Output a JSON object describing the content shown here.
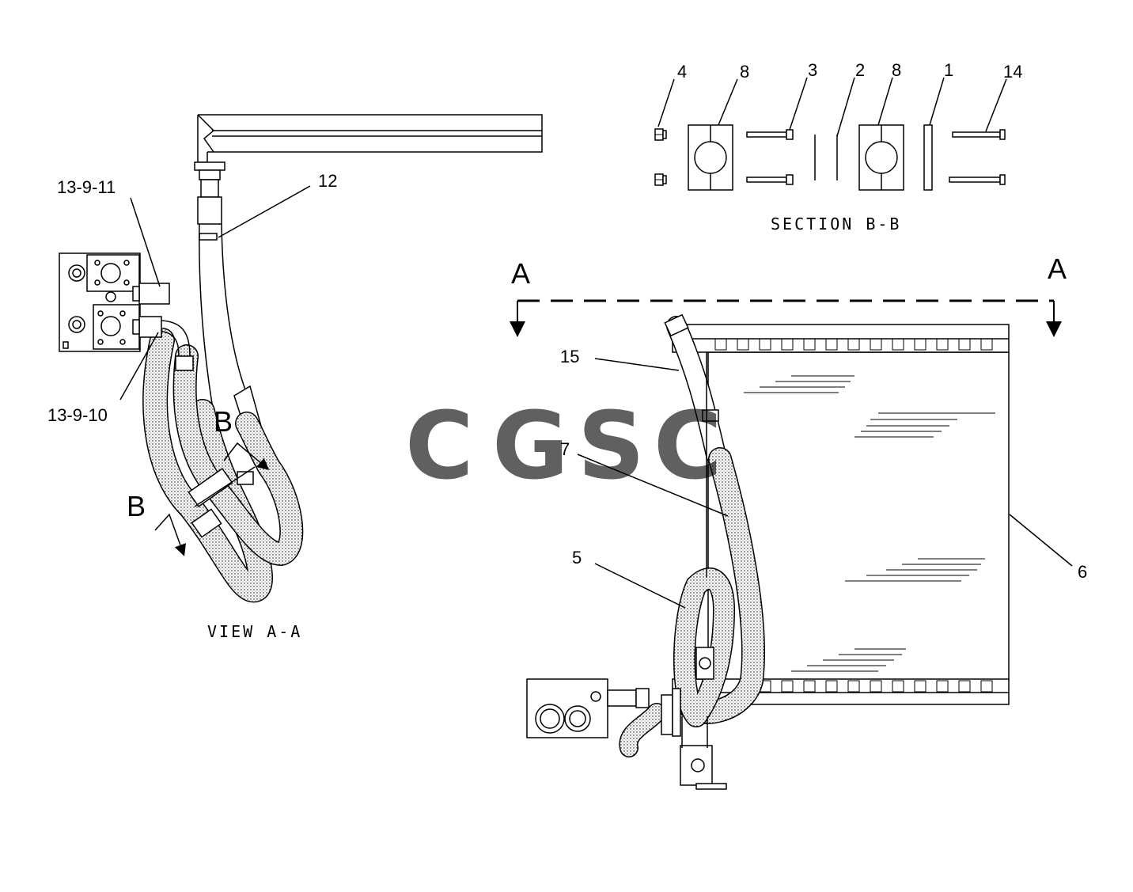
{
  "view_aa": {
    "callouts": [
      "13-9-11",
      "12",
      "13-9-10",
      "B",
      "B"
    ],
    "caption": "VIEW A-A"
  },
  "section_bb": {
    "callouts": [
      "4",
      "8",
      "3",
      "2",
      "8",
      "1",
      "14"
    ],
    "caption": "SECTION B-B"
  },
  "main_view": {
    "section_marks": [
      "A",
      "A"
    ],
    "callouts": [
      "15",
      "7",
      "5",
      "6"
    ]
  },
  "watermark": {
    "letters": [
      "C",
      "G",
      "S",
      "C"
    ],
    "colors": [
      "#4285f4",
      "#ea4335",
      "#fbbc05",
      "#34a853"
    ]
  }
}
